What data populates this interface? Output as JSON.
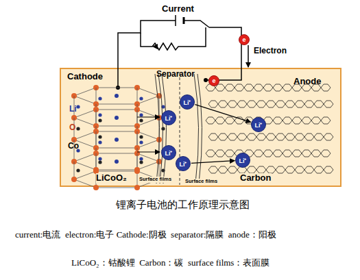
{
  "diagram": {
    "caption": "锂离子电池的工作原理示意图",
    "nodes": [
      {
        "text": [
          "Li⁺"
        ]
      },
      {
        "text": [
          "Li⁺"
        ]
      },
      {
        "text": [
          "Li⁺"
        ]
      },
      {
        "text": [
          "Li⁺"
        ]
      },
      {
        "text": [
          "Li⁺"
        ]
      },
      {
        "text": [
          "Li⁺"
        ]
      },
      {
        "text": [
          "e"
        ]
      },
      {
        "text": [
          "e"
        ]
      }
    ],
    "edges": [
      {
        "from": 3,
        "to": 5,
        "arrow": "to"
      },
      {
        "from": 2,
        "to": 4,
        "arrow": "to"
      }
    ],
    "labels": [
      "Current",
      "Electron",
      "Cathode",
      "Separator",
      "Anode",
      "Li",
      "O",
      "Co",
      "LiCoO₂",
      "Surface films",
      "Surface films",
      "Carbon",
      "current:电流  electron:电子 Cathode:阴极  separator:隔膜  anode：阳极",
      "LiCoO₂：钴酸锂  Carbon：碳  surface films：表面膜"
    ]
  }
}
